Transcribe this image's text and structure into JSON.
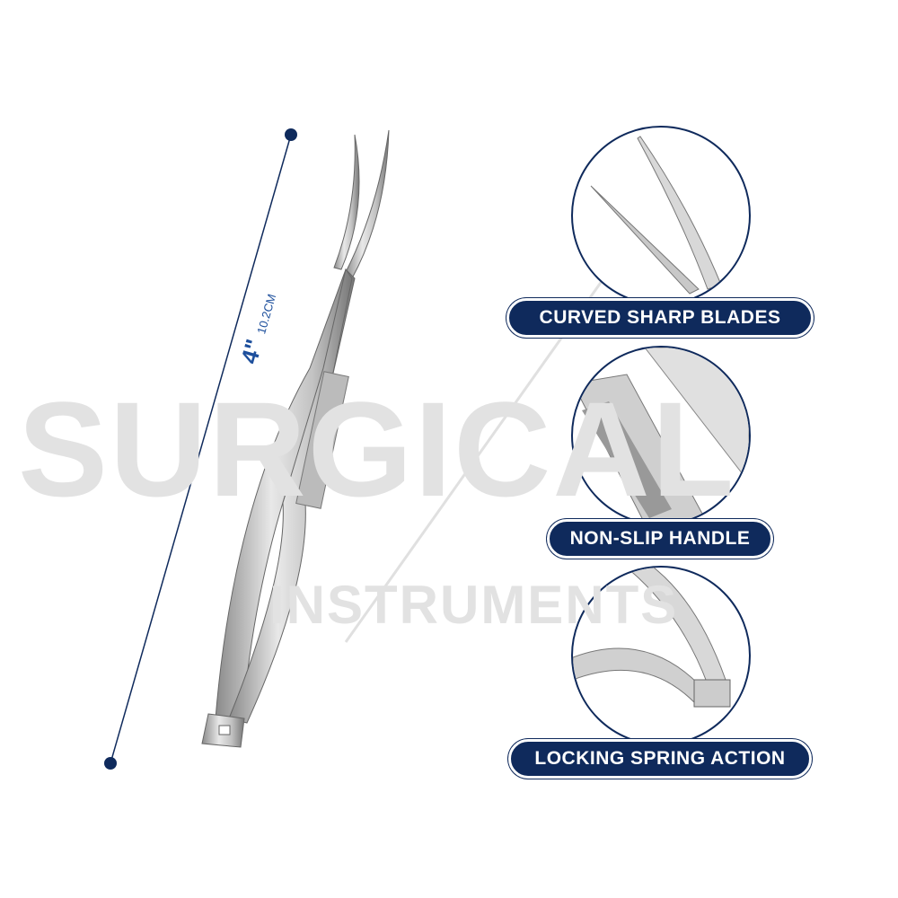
{
  "watermark": {
    "line1": "SURGICAL",
    "line2": "INSTRUMENTS"
  },
  "measurement": {
    "inches": "4\"",
    "cm": "10.2CM"
  },
  "features": [
    {
      "label": "CURVED SHARP BLADES"
    },
    {
      "label": "NON-SLIP HANDLE"
    },
    {
      "label": "LOCKING SPRING ACTION"
    }
  ],
  "colors": {
    "navy": "#0f2a5c",
    "dimension_blue": "#1d4f9c",
    "watermark": "#e6e6e6"
  }
}
